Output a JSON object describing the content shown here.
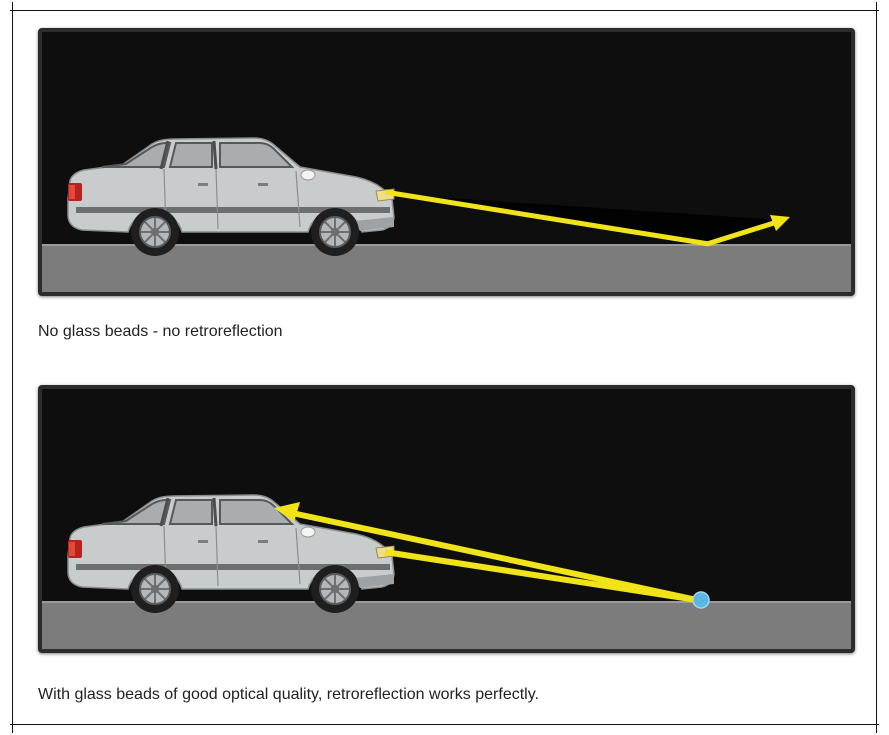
{
  "panels": [
    {
      "caption": "No glass beads - no retroreflection",
      "scenario": "no-retroreflection"
    },
    {
      "caption": "With glass beads of good optical quality, retroreflection works perfectly.",
      "scenario": "retroreflection"
    }
  ],
  "colors": {
    "background": "#0e0e0e",
    "road": "#7c7c7c",
    "car_body": "#c9cccc",
    "light_ray": "#f0e418",
    "glass_bead": "#5bb7e2"
  }
}
